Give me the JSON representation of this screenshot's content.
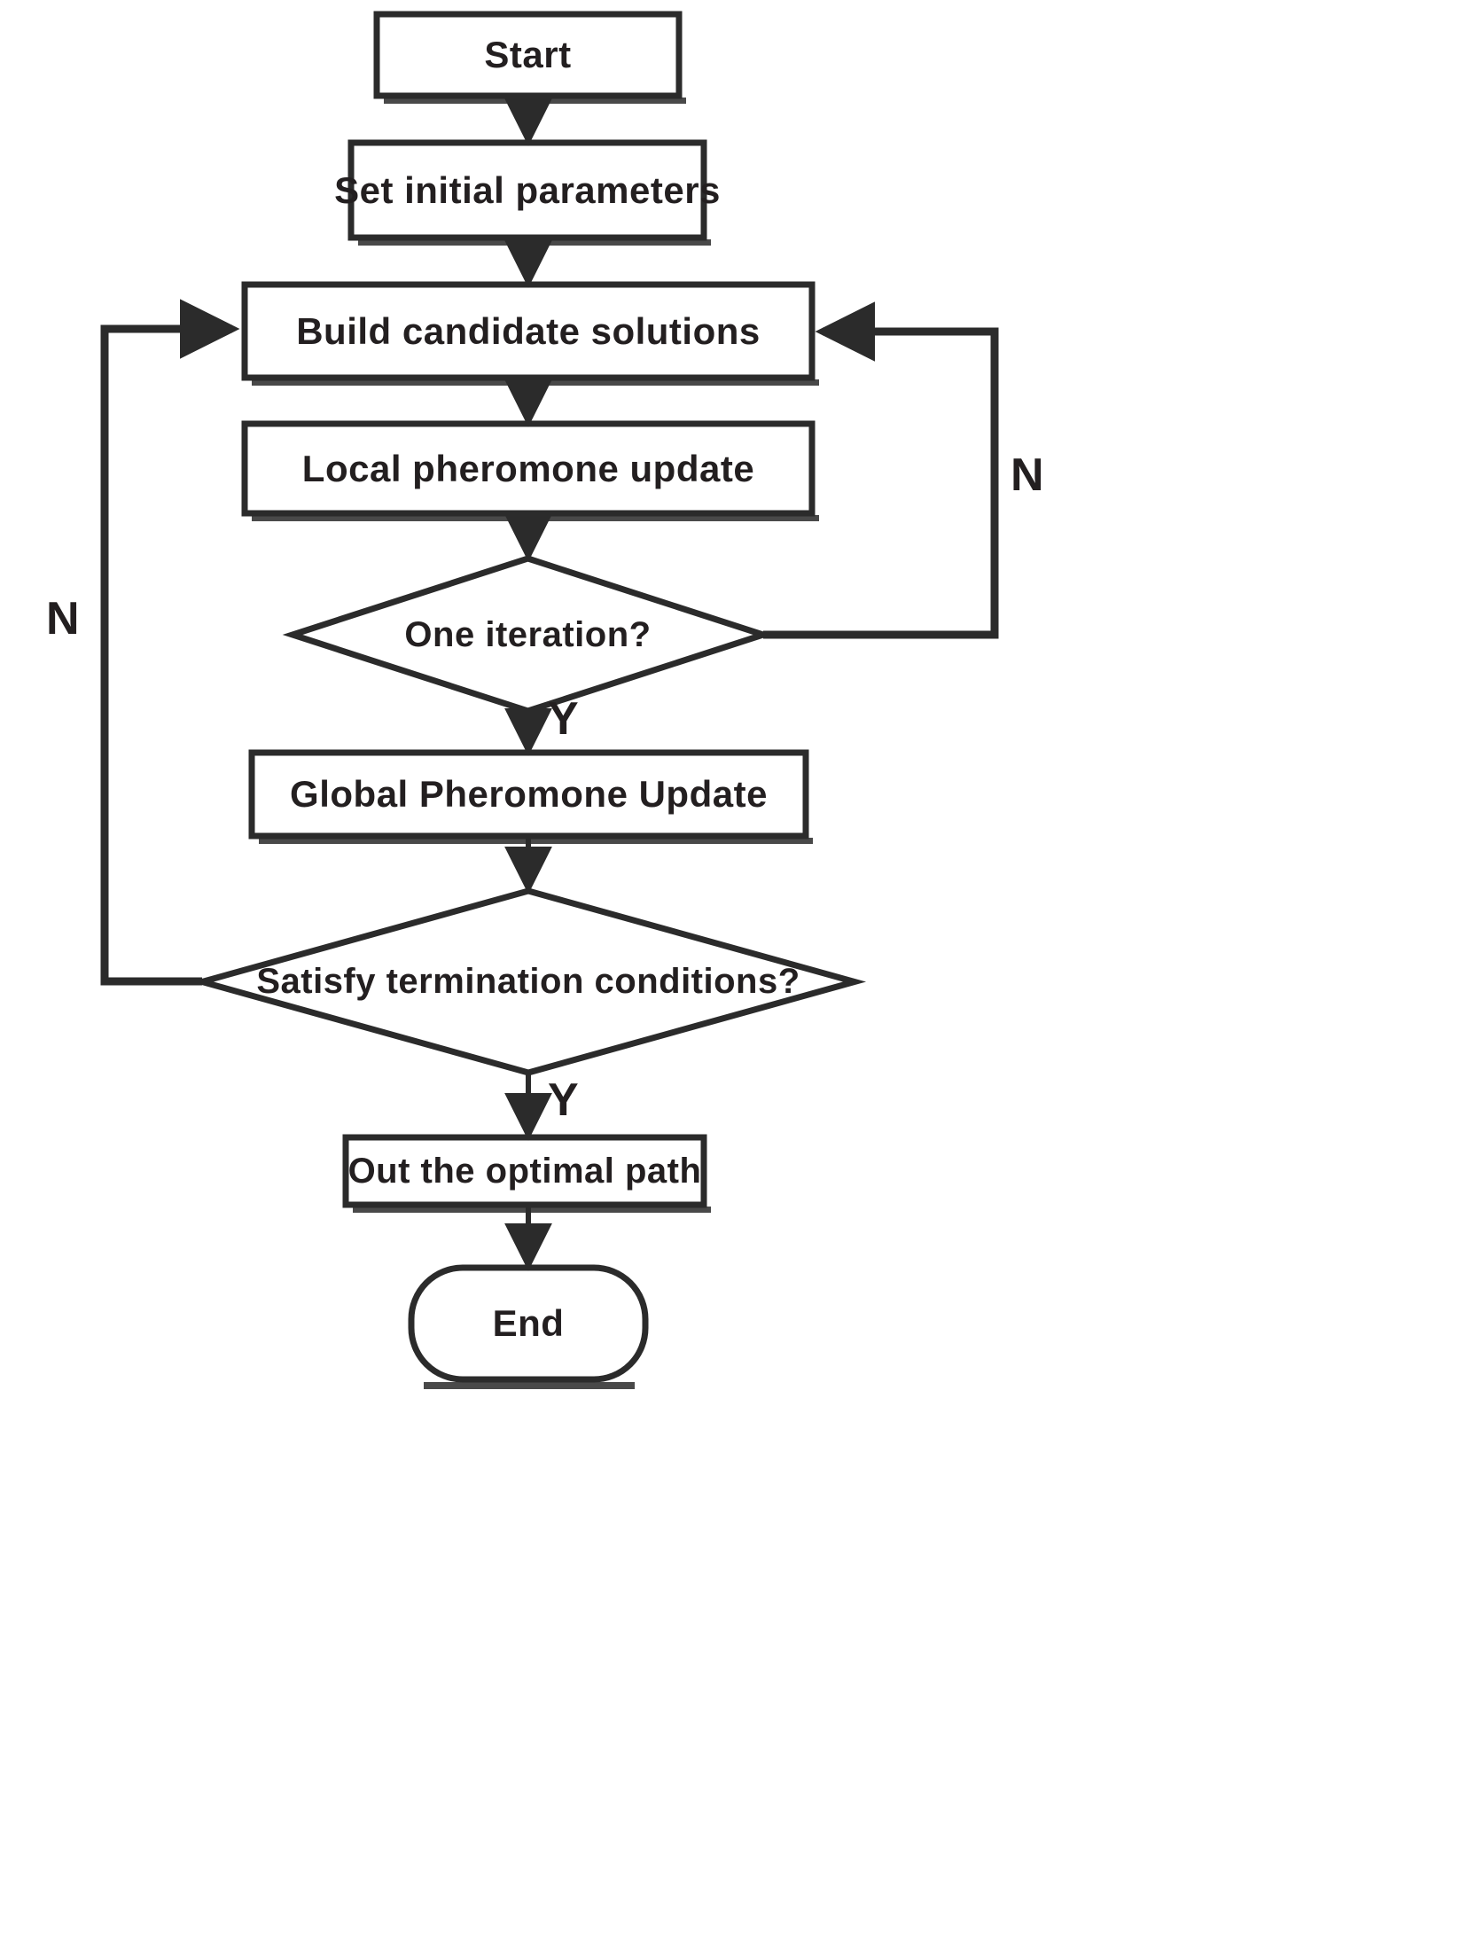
{
  "diagram": {
    "title": "Ant colony optimization algorithm flowchart",
    "colors": {
      "stroke": "#2b2b2b",
      "text": "#231f20",
      "background": "#ffffff",
      "shadow": "#3a3a3a"
    },
    "nodes": [
      {
        "id": "start",
        "shape": "rectangle",
        "label": "Start"
      },
      {
        "id": "params",
        "shape": "rectangle",
        "label": "Set initial parameters"
      },
      {
        "id": "build",
        "shape": "rectangle",
        "label": "Build candidate solutions"
      },
      {
        "id": "local",
        "shape": "rectangle",
        "label": "Local pheromone update"
      },
      {
        "id": "oneiter",
        "shape": "diamond",
        "label": "One iteration?"
      },
      {
        "id": "global",
        "shape": "rectangle",
        "label": "Global Pheromone Update"
      },
      {
        "id": "satisfy",
        "shape": "diamond",
        "label": "Satisfy termination conditions?"
      },
      {
        "id": "out",
        "shape": "rectangle",
        "label": "Out the optimal path"
      },
      {
        "id": "end",
        "shape": "stadium",
        "label": "End"
      }
    ],
    "edges": [
      {
        "from": "start",
        "to": "params",
        "label": ""
      },
      {
        "from": "params",
        "to": "build",
        "label": ""
      },
      {
        "from": "build",
        "to": "local",
        "label": ""
      },
      {
        "from": "local",
        "to": "oneiter",
        "label": ""
      },
      {
        "from": "oneiter",
        "to": "build",
        "label": "N"
      },
      {
        "from": "oneiter",
        "to": "global",
        "label": "Y"
      },
      {
        "from": "global",
        "to": "satisfy",
        "label": ""
      },
      {
        "from": "satisfy",
        "to": "build",
        "label": "N"
      },
      {
        "from": "satisfy",
        "to": "out",
        "label": "Y"
      },
      {
        "from": "out",
        "to": "end",
        "label": ""
      }
    ],
    "edge_labels": {
      "n_left": "N",
      "n_right": "N",
      "y_iteration": "Y",
      "y_termination": "Y"
    }
  }
}
